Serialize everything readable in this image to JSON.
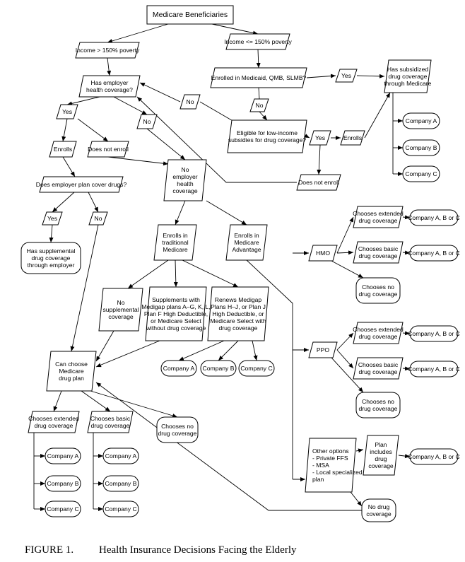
{
  "diagram": {
    "nodes": {
      "medicare_beneficiaries": [
        "Medicare Beneficiaries"
      ],
      "income_gt": [
        "Income > 150% poverty"
      ],
      "income_le": [
        "Income <= 150% poverty"
      ],
      "has_employer": [
        "Has employer",
        "health coverage?"
      ],
      "enrolled_medicaid": [
        "Enrolled in Medicaid, QMB, SLMB?"
      ],
      "yes_medicaid": [
        "Yes"
      ],
      "has_subsidized": [
        "Has subsidized",
        "drug coverage",
        "through Medicare"
      ],
      "no_medicaid": [
        "No"
      ],
      "no_lowincome": [
        "No"
      ],
      "yes_employer": [
        "Yes"
      ],
      "no_employer": [
        "No"
      ],
      "eligible_lowincome": [
        "Eligible for low-income",
        "subsidies for drug coverage?"
      ],
      "yes_lowincome": [
        "Yes"
      ],
      "enrolls_lis": [
        "Enrolls"
      ],
      "sub_company_a": [
        "Company A"
      ],
      "sub_company_b": [
        "Company B"
      ],
      "sub_company_c": [
        "Company C"
      ],
      "enrolls_employer": [
        "Enrolls"
      ],
      "does_not_enroll_employer": [
        "Does not enroll"
      ],
      "does_not_enroll_lis": [
        "Does not enroll"
      ],
      "no_employer_coverage": [
        "No",
        "employer",
        "health",
        "coverage"
      ],
      "employer_cover_drugs": [
        "Does employer plan cover drugs?"
      ],
      "yes_drugs": [
        "Yes"
      ],
      "no_drugs": [
        "No"
      ],
      "has_supplemental": [
        "Has supplemental",
        "drug coverage",
        "through employer"
      ],
      "enrolls_traditional": [
        "Enrolls in",
        "traditional",
        "Medicare"
      ],
      "enrolls_advantage": [
        "Enrolls in",
        "Medicare",
        "Advantage"
      ],
      "hmo": [
        "HMO"
      ],
      "hmo_extended": [
        "Chooses extended",
        "drug coverage"
      ],
      "hmo_extended_co": [
        "Company A, B or C"
      ],
      "hmo_basic": [
        "Chooses basic",
        "drug coverage"
      ],
      "hmo_basic_co": [
        "Company A, B or C"
      ],
      "hmo_none": [
        "Chooses no",
        "drug coverage"
      ],
      "no_supplemental": [
        "No",
        "supplemental",
        "coverage"
      ],
      "supplements_medigap": [
        "Supplements with",
        "Medigap plans A–G, K, L,",
        "Plan F High Deductible,",
        "or Medicare Select",
        "without drug coverage"
      ],
      "renews_medigap": [
        "Renews Medigap",
        "Plans H–J, or Plan J",
        "High Deductible, or",
        "Medicare Select with",
        "drug coverage"
      ],
      "ppo": [
        "PPO"
      ],
      "ppo_extended": [
        "Chooses extended",
        "drug coverage"
      ],
      "ppo_extended_co": [
        "Company A, B or C"
      ],
      "ppo_basic": [
        "Chooses basic",
        "drug coverage"
      ],
      "ppo_basic_co": [
        "Company A, B or C"
      ],
      "ppo_none": [
        "Chooses no",
        "drug coverage"
      ],
      "medigap_company_a": [
        "Company A"
      ],
      "medigap_company_b": [
        "Company B"
      ],
      "medigap_company_c": [
        "Company C"
      ],
      "can_choose": [
        "Can choose",
        "Medicare",
        "drug plan"
      ],
      "pdp_extended": [
        "Chooses extended",
        "drug coverage"
      ],
      "pdp_basic": [
        "Chooses basic",
        "drug coverage"
      ],
      "pdp_none": [
        "Chooses no",
        "drug coverage"
      ],
      "other_options": [
        "Other options",
        "- Private FFS",
        "- MSA",
        "- Local specialized",
        "plan"
      ],
      "plan_includes": [
        "Plan",
        "includes",
        "drug",
        "coverage"
      ],
      "other_co": [
        "Company A, B or C"
      ],
      "no_drug_coverage": [
        "No drug",
        "coverage"
      ],
      "ext_company_a": [
        "Company A"
      ],
      "ext_company_b": [
        "Company B"
      ],
      "ext_company_c": [
        "Company C"
      ],
      "basic_company_a": [
        "Company A"
      ],
      "basic_company_b": [
        "Company B"
      ],
      "basic_company_c": [
        "Company C"
      ]
    }
  },
  "caption": {
    "label": "FIGURE 1.",
    "text": "Health Insurance Decisions Facing the Elderly"
  }
}
